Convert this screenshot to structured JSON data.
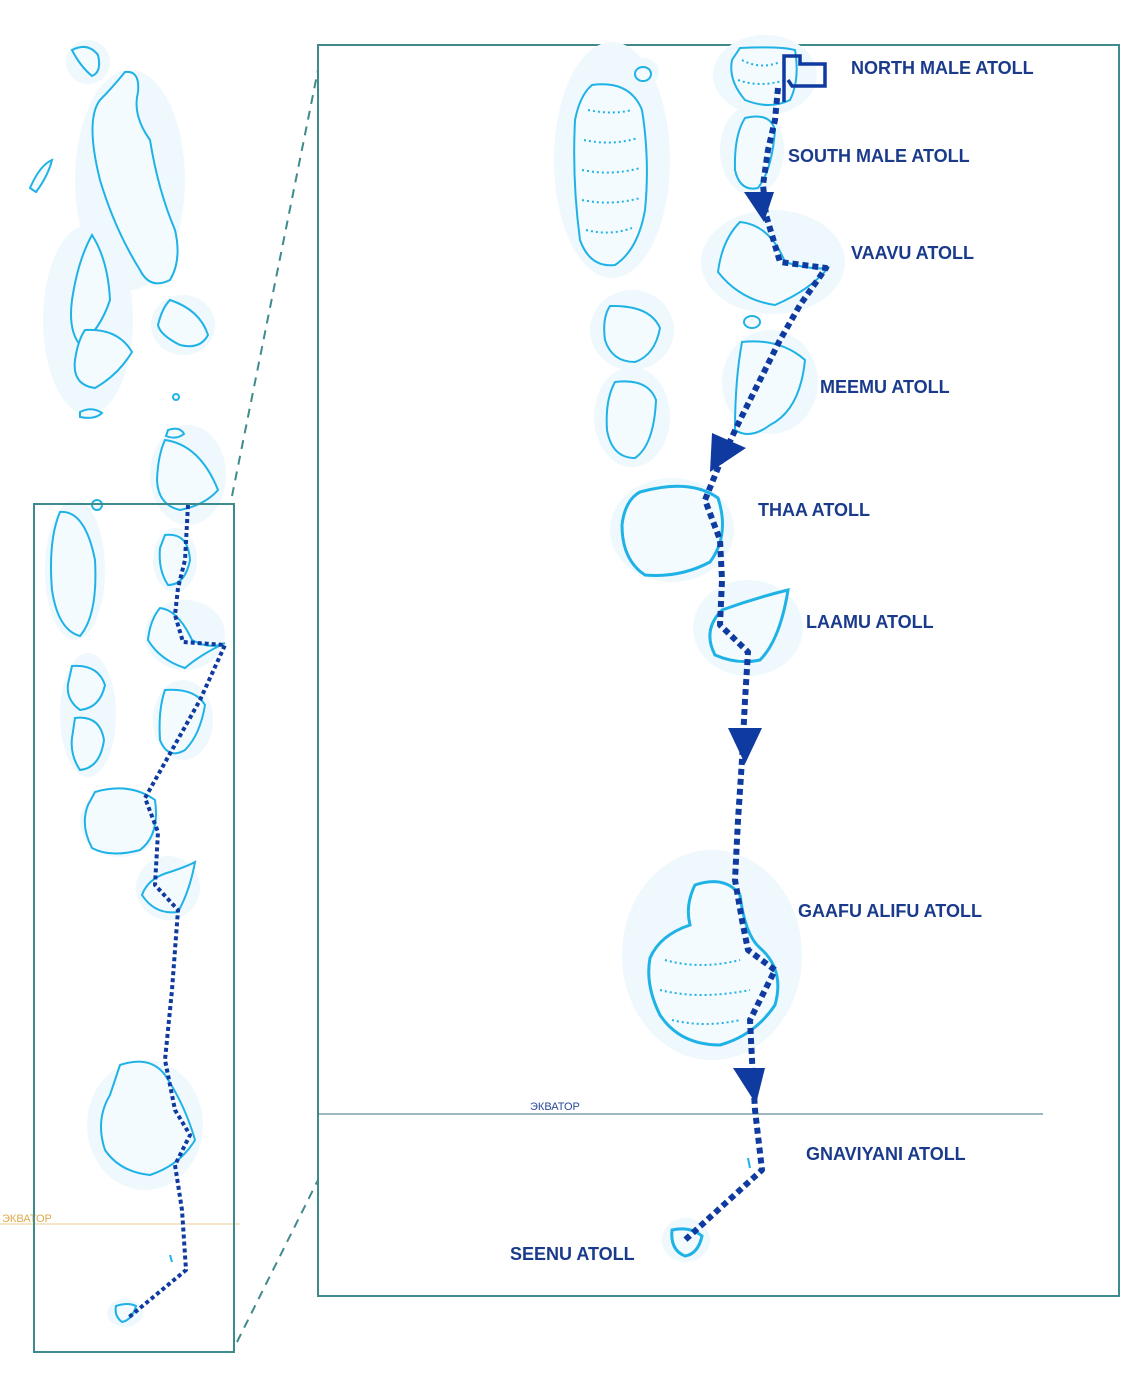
{
  "colors": {
    "route": "#0f3aa0",
    "label": "#1a3b8c",
    "frame": "#3f8a8c",
    "atoll_stroke": "#1fb2e6",
    "equator_inset": "#3f6f8a",
    "equator_overview": "#e0a84a"
  },
  "icons": {
    "start": "flag-icon",
    "direction": "arrowhead-icon"
  },
  "labels": {
    "north_male": "NORTH MALE ATOLL",
    "south_male": "SOUTH MALE ATOLL",
    "vaavu": "VAAVU ATOLL",
    "meemu": "MEEMU ATOLL",
    "thaa": "THAA ATOLL",
    "laamu": "LAAMU ATOLL",
    "gaafu_alifu": "GAAFU ALIFU ATOLL",
    "gnaviyani": "GNAVIYANI ATOLL",
    "seenu": "SEENU ATOLL"
  },
  "equator": {
    "inset_label": "ЭКВАТОР",
    "overview_label": "ЭКВАТОР"
  }
}
